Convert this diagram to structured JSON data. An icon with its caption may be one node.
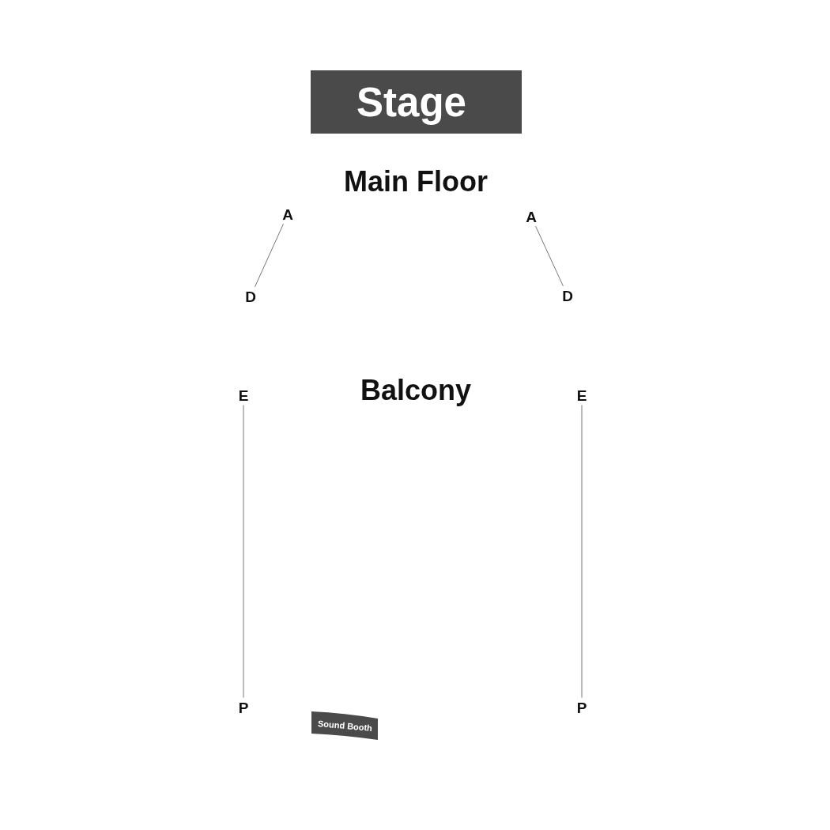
{
  "diagram": {
    "nodes": [
      {
        "text": [
          "Stage"
        ]
      },
      {
        "text": [
          "A"
        ]
      },
      {
        "text": [
          "A"
        ]
      },
      {
        "text": [
          "D"
        ]
      },
      {
        "text": [
          "D"
        ]
      },
      {
        "text": [
          "E"
        ]
      },
      {
        "text": [
          "E"
        ]
      },
      {
        "text": [
          "P"
        ]
      },
      {
        "text": [
          "P"
        ]
      },
      {
        "text": [
          "Sound Booth"
        ]
      }
    ],
    "edges": [
      {
        "from": 1,
        "to": 3,
        "arrow": "none"
      },
      {
        "from": 2,
        "to": 4,
        "arrow": "none"
      },
      {
        "from": 5,
        "to": 7,
        "arrow": "none"
      },
      {
        "from": 6,
        "to": 8,
        "arrow": "none"
      }
    ],
    "labels": [
      "Main Floor",
      "Balcony"
    ]
  }
}
